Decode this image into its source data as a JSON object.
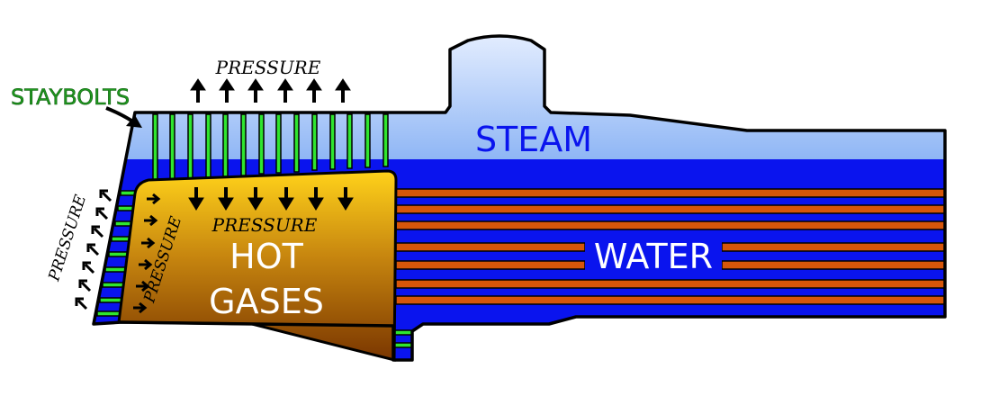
{
  "labels": {
    "staybolts": "STAYBOLTS",
    "pressure_top": "PRESSURE",
    "pressure_firebox_top": "PRESSURE",
    "pressure_left_outer": "PRESSURE",
    "pressure_left_inner": "PRESSURE",
    "steam": "STEAM",
    "water": "WATER",
    "hot_gases_line1": "HOT",
    "hot_gases_line2": "GASES"
  },
  "colors": {
    "steam_top": "#e8f0ff",
    "steam_bottom": "#8fb6f5",
    "water": "#0a14ee",
    "flue_tube": "#d6560a",
    "staybolt": "#2fe62f",
    "fire_top": "#ffd21a",
    "fire_bottom": "#7a3600",
    "outline": "#000000",
    "staybolts_label": "#1f9a1f",
    "steam_label": "#0a14ee",
    "water_label": "#ffffff",
    "gases_label": "#ffffff"
  }
}
